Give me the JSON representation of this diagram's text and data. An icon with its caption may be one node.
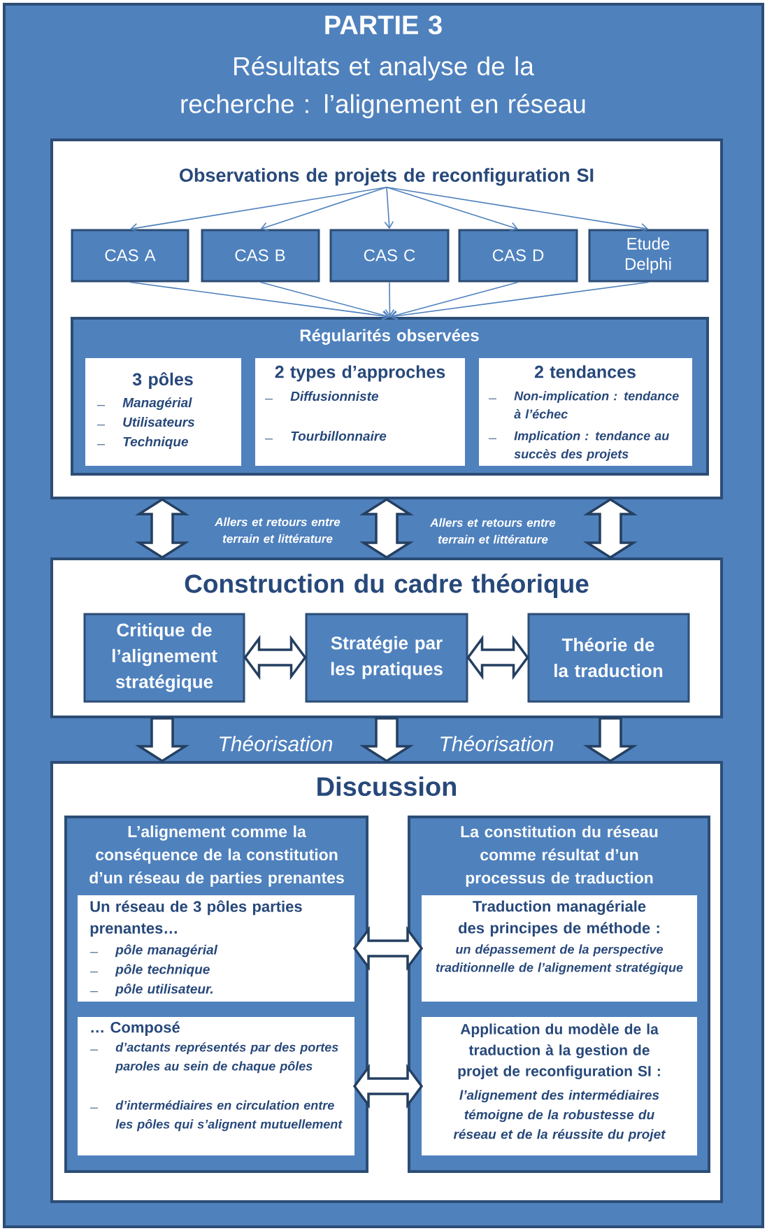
{
  "diagram": {
    "nodes": [
      {
        "text": [
          "PARTIE 3",
          "Résultats et analyse de la recherche : l’alignement en réseau"
        ]
      },
      {
        "text": [],
        "shape": "box",
        "in": 0
      },
      {
        "text": [
          "Observations de projets de reconfiguration SI"
        ],
        "in": 1
      },
      {
        "text": [
          "CAS A"
        ],
        "in": 1
      },
      {
        "text": [
          "CAS B"
        ],
        "in": 1
      },
      {
        "text": [
          "CAS C"
        ],
        "in": 1
      },
      {
        "text": [
          "CAS D"
        ],
        "in": 1
      },
      {
        "text": [
          "Etude Delphi"
        ],
        "in": 1
      },
      {
        "text": [
          "Régularités observées"
        ],
        "in": 1
      },
      {
        "text": [
          "3 pôles",
          "Managérial",
          "Utilisateurs",
          "Technique"
        ],
        "in": 8
      },
      {
        "text": [
          "2 types d’approches",
          "Diffusionniste",
          "Tourbillonnaire"
        ],
        "in": 8
      },
      {
        "text": [
          "2 tendances",
          "Non-implication : tendance à l’échec",
          "Implication : tendance au succès des projets"
        ],
        "in": 8
      },
      {
        "text": [
          "Construction du cadre théorique"
        ],
        "in": 0
      },
      {
        "text": [
          "Critique de l’alignement stratégique"
        ],
        "in": 12
      },
      {
        "text": [
          "Stratégie par les pratiques"
        ],
        "in": 12
      },
      {
        "text": [
          "Théorie de la traduction"
        ],
        "in": 12
      },
      {
        "text": [
          "Discussion"
        ],
        "in": 0
      },
      {
        "text": [
          "L’alignement comme la conséquence de la constitution d’un réseau de parties prenantes"
        ],
        "in": 16
      },
      {
        "text": [
          "Un réseau de 3 pôles parties prenantes…",
          "pôle managérial",
          "pôle technique",
          "pôle utilisateur."
        ],
        "in": 17
      },
      {
        "text": [
          "… Composé",
          "d’actants représentés par des portes paroles au sein de chaque pôles",
          "d’intermédiaires en circulation entre les pôles qui s’alignent mutuellement"
        ],
        "in": 17
      },
      {
        "text": [
          "La constitution du réseau comme résultat d’un processus de traduction"
        ],
        "in": 16
      },
      {
        "text": [
          "Traduction managériale des principes de méthode :",
          "un dépassement de la perspective traditionnelle de l’alignement stratégique"
        ],
        "in": 20
      },
      {
        "text": [
          "Application du modèle de la traduction à la gestion de projet de reconfiguration SI :",
          "l’alignement des intermédiaires témoigne de la robustesse du réseau et de la réussite du projet"
        ],
        "in": 20
      }
    ],
    "edges": [
      {
        "from": 2,
        "to": 3,
        "arrow": "to"
      },
      {
        "from": 2,
        "to": 4,
        "arrow": "to"
      },
      {
        "from": 2,
        "to": 5,
        "arrow": "to"
      },
      {
        "from": 2,
        "to": 6,
        "arrow": "to"
      },
      {
        "from": 2,
        "to": 7,
        "arrow": "to"
      },
      {
        "from": 3,
        "to": 8,
        "arrow": "to"
      },
      {
        "from": 4,
        "to": 8,
        "arrow": "to"
      },
      {
        "from": 5,
        "to": 8,
        "arrow": "to"
      },
      {
        "from": 6,
        "to": 8,
        "arrow": "to"
      },
      {
        "from": 7,
        "to": 8,
        "arrow": "to"
      },
      {
        "from": 1,
        "to": 12,
        "arrow": "both",
        "style": "thick"
      },
      {
        "from": 1,
        "to": 12,
        "arrow": "both",
        "style": "thick"
      },
      {
        "from": 1,
        "to": 12,
        "arrow": "both",
        "style": "thick"
      },
      {
        "from": 13,
        "to": 14,
        "arrow": "both",
        "style": "thick"
      },
      {
        "from": 14,
        "to": 15,
        "arrow": "both",
        "style": "thick"
      },
      {
        "from": 12,
        "to": 16,
        "arrow": "to",
        "style": "thick"
      },
      {
        "from": 12,
        "to": 16,
        "arrow": "to",
        "style": "thick"
      },
      {
        "from": 12,
        "to": 16,
        "arrow": "to",
        "style": "thick"
      },
      {
        "from": 18,
        "to": 21,
        "arrow": "both",
        "style": "thick"
      },
      {
        "from": 19,
        "to": 22,
        "arrow": "both",
        "style": "thick"
      }
    ],
    "labels": [
      "Allers et retours entre terrain et littérature",
      "Allers et retours entre terrain et littérature",
      "Théorisation",
      "Théorisation"
    ]
  }
}
